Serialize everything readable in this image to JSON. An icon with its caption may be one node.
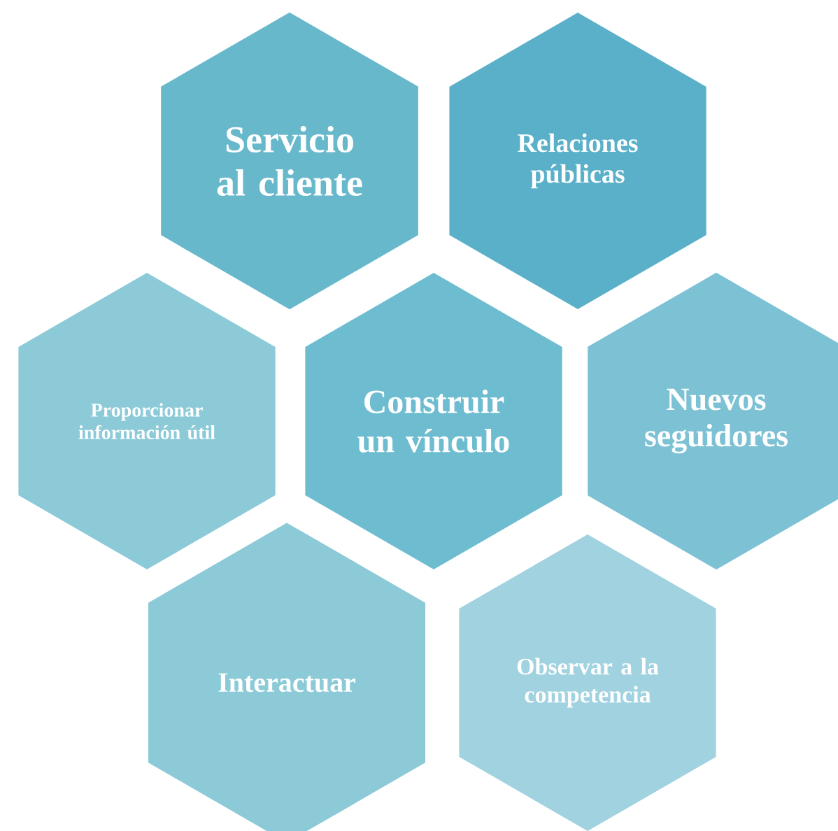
{
  "diagram": {
    "nodes": [
      {
        "text": [
          "Servicio al cliente"
        ]
      },
      {
        "text": [
          "Relaciones públicas"
        ]
      },
      {
        "text": [
          "Proporcionar información útil"
        ]
      },
      {
        "text": [
          "Construir un vínculo"
        ]
      },
      {
        "text": [
          "Nuevos seguidores"
        ]
      },
      {
        "text": [
          "Interactuar"
        ]
      },
      {
        "text": [
          "Observar a la competencia"
        ]
      }
    ]
  }
}
